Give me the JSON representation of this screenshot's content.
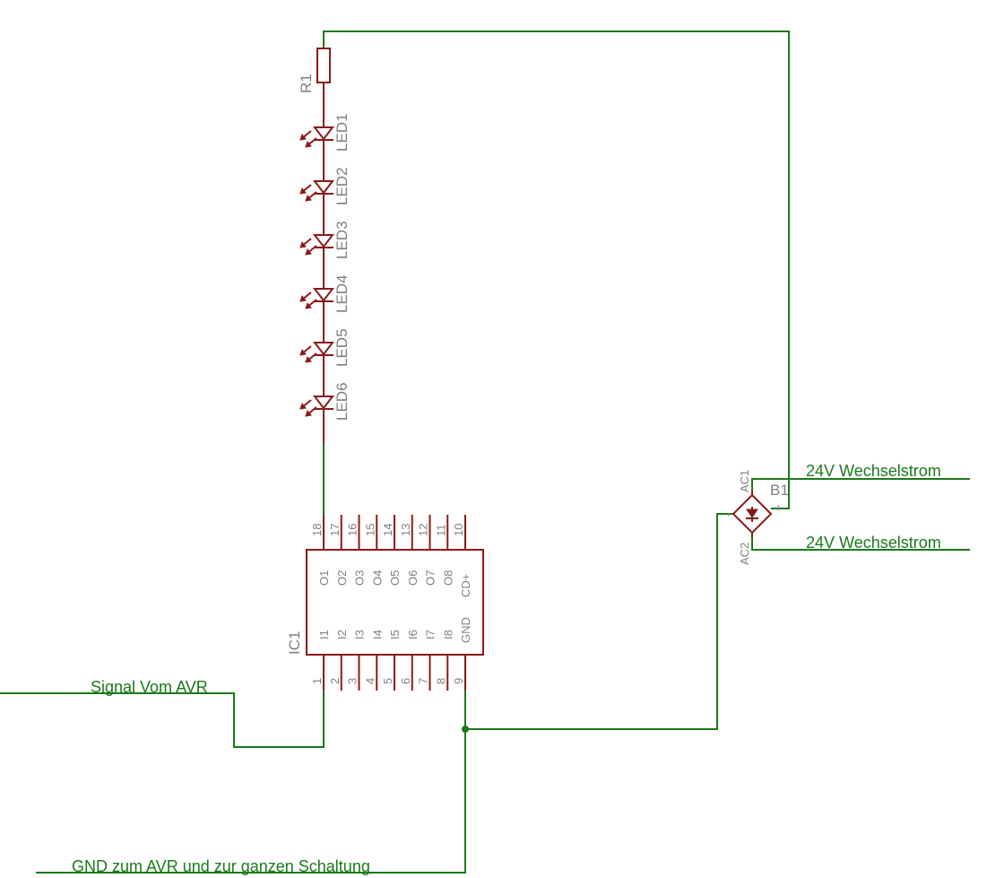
{
  "schematic": {
    "resistor": {
      "name": "R1"
    },
    "leds": [
      "LED1",
      "LED2",
      "LED3",
      "LED4",
      "LED5",
      "LED6"
    ],
    "ic": {
      "name": "IC1",
      "top_pins": [
        "18",
        "17",
        "16",
        "15",
        "14",
        "13",
        "12",
        "11",
        "10"
      ],
      "top_labels": [
        "O1",
        "O2",
        "O3",
        "O4",
        "O5",
        "O6",
        "O7",
        "O8",
        "CD+"
      ],
      "bottom_pins": [
        "1",
        "2",
        "3",
        "4",
        "5",
        "6",
        "7",
        "8",
        "9"
      ],
      "bottom_labels": [
        "I1",
        "I2",
        "I3",
        "I4",
        "I5",
        "I6",
        "I7",
        "I8",
        "GND"
      ]
    },
    "bridge": {
      "name": "B1",
      "ac1": "AC1",
      "ac2": "AC2",
      "minus": "-",
      "plus": "+"
    },
    "nets": {
      "ac_top": "24V Wechselstrom",
      "ac_bottom": "24V Wechselstrom",
      "signal": "Signal Vom AVR",
      "gnd": "GND zum AVR und zur ganzen Schaltung"
    },
    "colors": {
      "wire": "#1a7a1a",
      "part": "#8b1a1a",
      "label": "#808080"
    }
  }
}
